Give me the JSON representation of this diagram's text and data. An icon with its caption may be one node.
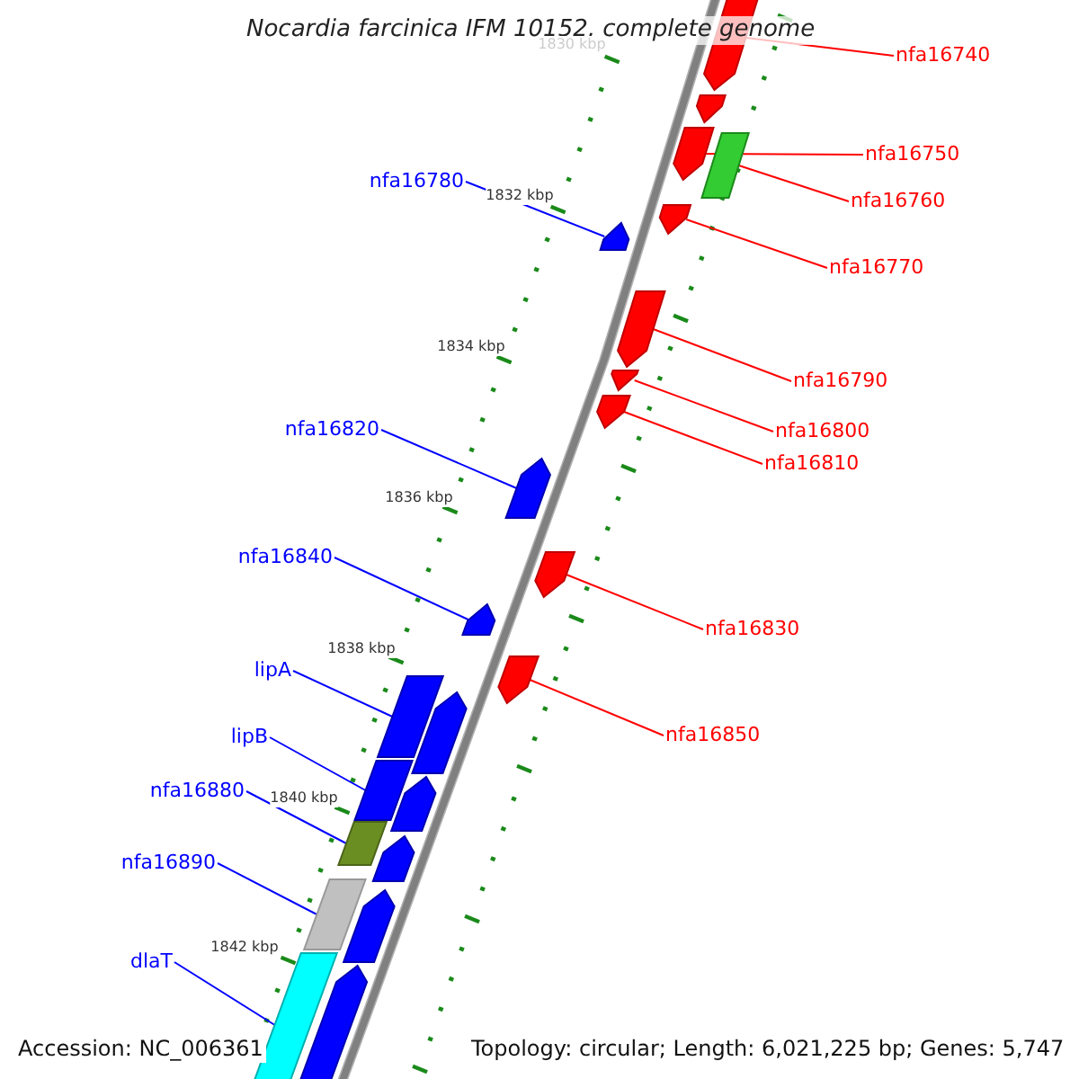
{
  "diagram": {
    "title": "Nocardia farcinica IFM 10152, complete genome",
    "nodes": [
      {
        "text": [
          "nfa16740"
        ]
      },
      {
        "text": [
          "nfa16750"
        ]
      },
      {
        "text": [
          "nfa16780"
        ]
      },
      {
        "text": [
          "nfa16760"
        ]
      },
      {
        "text": [
          "nfa16770"
        ]
      },
      {
        "text": [
          "nfa16790"
        ]
      },
      {
        "text": [
          "nfa16820"
        ]
      },
      {
        "text": [
          "nfa16800"
        ]
      },
      {
        "text": [
          "nfa16810"
        ]
      },
      {
        "text": [
          "nfa16840"
        ]
      },
      {
        "text": [
          "nfa16830"
        ]
      },
      {
        "text": [
          "lipA"
        ]
      },
      {
        "text": [
          "nfa16850"
        ]
      },
      {
        "text": [
          "lipB"
        ]
      },
      {
        "text": [
          "nfa16880"
        ]
      },
      {
        "text": [
          "nfa16890"
        ]
      },
      {
        "text": [
          "dlaT"
        ]
      },
      {
        "text": [],
        "shape": "pentagon"
      },
      {
        "text": [],
        "shape": "pentagon"
      },
      {
        "text": [],
        "shape": "pentagon"
      },
      {
        "text": [],
        "shape": "box"
      },
      {
        "text": [],
        "shape": "pentagon"
      },
      {
        "text": [],
        "shape": "pentagon"
      },
      {
        "text": [],
        "shape": "pentagon"
      },
      {
        "text": [],
        "shape": "pentagon"
      },
      {
        "text": [],
        "shape": "pentagon"
      },
      {
        "text": [],
        "shape": "pentagon"
      },
      {
        "text": [],
        "shape": "pentagon"
      },
      {
        "text": [],
        "shape": "pentagon"
      },
      {
        "text": [],
        "shape": "pentagon"
      },
      {
        "text": [],
        "shape": "box"
      },
      {
        "text": [],
        "shape": "pentagon"
      },
      {
        "text": [],
        "shape": "box"
      },
      {
        "text": [],
        "shape": "pentagon"
      },
      {
        "text": [],
        "shape": "box"
      },
      {
        "text": [],
        "shape": "pentagon"
      },
      {
        "text": [],
        "shape": "box"
      },
      {
        "text": [],
        "shape": "pentagon"
      },
      {
        "text": [],
        "shape": "box"
      },
      {
        "text": [],
        "shape": "pentagon"
      }
    ],
    "edges": [
      {
        "from": 0,
        "to": 17,
        "arrow": "none"
      },
      {
        "from": 1,
        "to": 19,
        "arrow": "none"
      },
      {
        "from": 2,
        "to": 22,
        "arrow": "none",
        "color": "#0000ff"
      },
      {
        "from": 3,
        "to": 20,
        "arrow": "none"
      },
      {
        "from": 4,
        "to": 21,
        "arrow": "none"
      },
      {
        "from": 5,
        "to": 23,
        "arrow": "none"
      },
      {
        "from": 6,
        "to": 26,
        "arrow": "none",
        "color": "#0000ff"
      },
      {
        "from": 7,
        "to": 24,
        "arrow": "none"
      },
      {
        "from": 8,
        "to": 25,
        "arrow": "none"
      },
      {
        "from": 9,
        "to": 28,
        "arrow": "none",
        "color": "#0000ff"
      },
      {
        "from": 10,
        "to": 27,
        "arrow": "none"
      },
      {
        "from": 11,
        "to": 30,
        "arrow": "none",
        "color": "#0000ff"
      },
      {
        "from": 12,
        "to": 29,
        "arrow": "none"
      },
      {
        "from": 13,
        "to": 32,
        "arrow": "none",
        "color": "#0000ff"
      },
      {
        "from": 14,
        "to": 34,
        "arrow": "none",
        "color": "#0000ff"
      },
      {
        "from": 15,
        "to": 36,
        "arrow": "none",
        "color": "#0000ff"
      },
      {
        "from": 16,
        "to": 38,
        "arrow": "none",
        "color": "#0000ff"
      }
    ],
    "labels": [
      "1830 kbp",
      "1832 kbp",
      "1834 kbp",
      "1836 kbp",
      "1838 kbp",
      "1840 kbp",
      "1842 kbp",
      "Accession: NC_006361",
      "Topology: circular; Length: 6,021,225 bp; Genes: 5,747"
    ]
  }
}
